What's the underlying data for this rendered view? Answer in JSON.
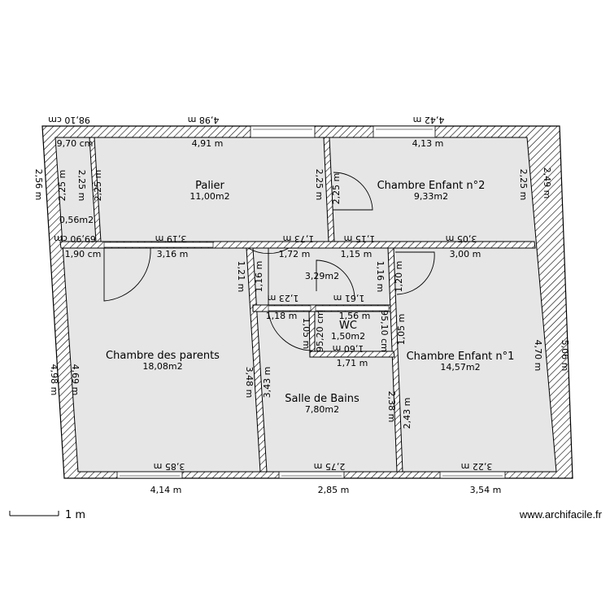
{
  "colors": {
    "room_fill": "#e6e6e6",
    "wall_line": "#000000",
    "background": "#ffffff"
  },
  "rooms": [
    {
      "name": "Palier",
      "area": "11,00m2"
    },
    {
      "name": "Chambre Enfant n°2",
      "area": "9,33m2"
    },
    {
      "name": "Chambre des parents",
      "area": "18,08m2"
    },
    {
      "name": "Salle de Bains",
      "area": "7,80m2"
    },
    {
      "name": "WC",
      "area": "1,50m2"
    },
    {
      "name": "Chambre Enfant n°1",
      "area": "14,57m2"
    },
    {
      "name": "",
      "area": "3,29m2"
    },
    {
      "name": "",
      "area": "0,56m2"
    }
  ],
  "dimensions": [
    "98,10 cm",
    "4,98 m",
    "4,42 m",
    "9,70 cm",
    "4,91 m",
    "4,13 m",
    "2,56 m",
    "2,25 m",
    "2,25 m",
    "2,25 m",
    "2,25 m",
    "2,25 m",
    "2,25 m",
    "2,49 m",
    "69,90 cm",
    "3,19 m",
    "1,73 m",
    "1,15 m",
    "3,05 m",
    "1,90 cm",
    "3,16 m",
    "1,72 m",
    "1,15 m",
    "3,00 m",
    "1,21 m",
    "1,16 m",
    "1,16 m",
    "1,20 m",
    "1,23 m",
    "1,61 m",
    "1,18 m",
    "1,56 m",
    "1,05 m",
    "95,20 cm",
    "95,10 cm",
    "1,05 m",
    "1,60 m",
    "1,71 m",
    "4,98 m",
    "4,69 m",
    "3,48 m",
    "3,43 m",
    "2,38 m",
    "2,43 m",
    "4,70 m",
    "5,06 m",
    "3,85 m",
    "2,75 m",
    "3,22 m",
    "4,14 m",
    "2,85 m",
    "3,54 m"
  ],
  "scale": {
    "label": "1 m"
  },
  "footer": {
    "credit": "www.archifacile.fr"
  }
}
